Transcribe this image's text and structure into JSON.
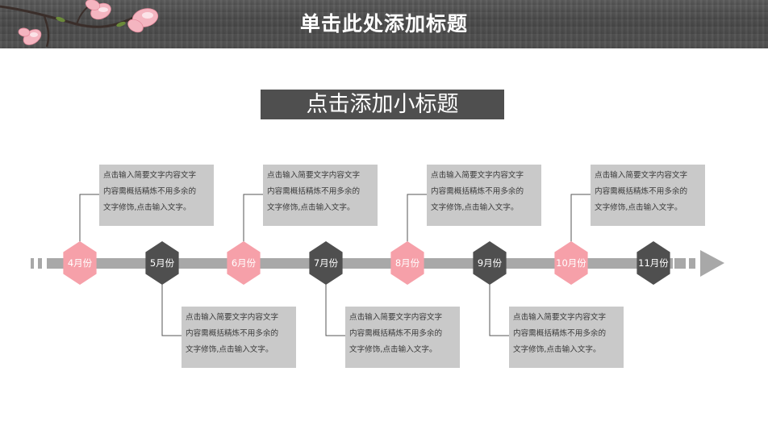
{
  "header": {
    "title": "单击此处添加标题"
  },
  "subtitle": "点击添加小标题",
  "colors": {
    "pink": "#f6a0a9",
    "dark": "#4f4f4f",
    "line": "#a8a8a8",
    "note_bg": "#c9c9c9"
  },
  "timeline": {
    "months": [
      "4月份",
      "5月份",
      "6月份",
      "7月份",
      "8月份",
      "9月份",
      "10月份",
      "11月份"
    ],
    "notes": [
      "点击输入简要文字内容文字内容需概括精炼不用多余的文字修饰,点击输入文字。",
      "点击输入简要文字内容文字内容需概括精炼不用多余的文字修饰,点击输入文字。",
      "点击输入简要文字内容文字内容需概括精炼不用多余的文字修饰,点击输入文字。",
      "点击输入简要文字内容文字内容需概括精炼不用多余的文字修饰,点击输入文字。",
      "点击输入简要文字内容文字内容需概括精炼不用多余的文字修饰,点击输入文字。",
      "点击输入简要文字内容文字内容需概括精炼不用多余的文字修饰,点击输入文字。",
      "点击输入简要文字内容文字内容需概括精炼不用多余的文字修饰,点击输入文字。"
    ],
    "note_lines": [
      [
        "点击输入简要文字内容文字",
        "内容需概括精炼不用多余的",
        "文字修饰,点击输入文字。"
      ],
      [
        "点击输入简要文字内容文字",
        "内容需概括精炼不用多余的",
        "文字修饰,点击输入文字。"
      ],
      [
        "点击输入简要文字内容文字",
        "内容需概括精炼不用多余的",
        "文字修饰,点击输入文字。"
      ],
      [
        "点击输入简要文字内容文字",
        "内容需概括精炼不用多余的",
        "文字修饰,点击输入文字。"
      ],
      [
        "点击输入简要文字内容文字",
        "内容需概括精炼不用多余的",
        "文字修饰,点击输入文字。"
      ],
      [
        "点击输入简要文字内容文字",
        "内容需概括精炼不用多余的",
        "文字修饰,点击输入文字。"
      ],
      [
        "点击输入简要文字内容文字",
        "内容需概括精炼不用多余的",
        "文字修饰,点击输入文字。"
      ]
    ]
  }
}
